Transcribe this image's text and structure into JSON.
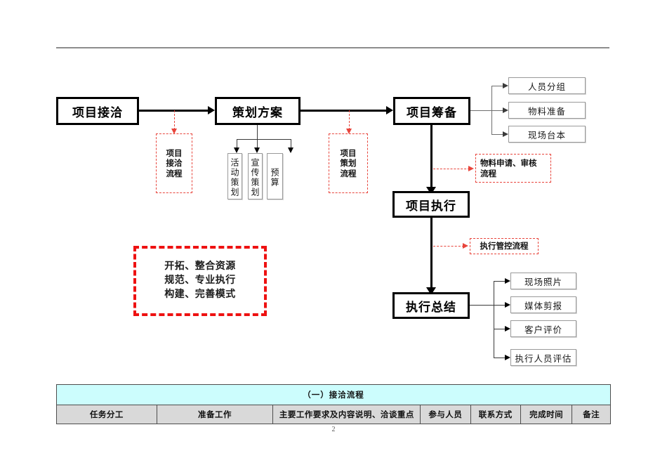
{
  "document": {
    "page_number": "2"
  },
  "flow": {
    "main_boxes": [
      {
        "id": "project-intake",
        "label": "项目接洽"
      },
      {
        "id": "planning-proposal",
        "label": "策划方案"
      },
      {
        "id": "project-prep",
        "label": "项目筹备"
      },
      {
        "id": "project-exec",
        "label": "项目执行"
      },
      {
        "id": "exec-summary",
        "label": "执行总结"
      }
    ],
    "planning_children": [
      {
        "id": "activity-planning",
        "label": "活动策划"
      },
      {
        "id": "promo-planning",
        "label": "宣传策划"
      },
      {
        "id": "budget",
        "label": "预算"
      }
    ],
    "prep_children": [
      {
        "id": "staff-grouping",
        "label": "人员分组"
      },
      {
        "id": "material-prep",
        "label": "物料准备"
      },
      {
        "id": "onsite-script",
        "label": "现场台本"
      }
    ],
    "summary_children": [
      {
        "id": "site-photos",
        "label": "现场照片"
      },
      {
        "id": "media-clippings",
        "label": "媒体剪报"
      },
      {
        "id": "client-review",
        "label": "客户评价"
      },
      {
        "id": "staff-evaluation",
        "label": "执行人员评估"
      }
    ],
    "notes": [
      {
        "id": "intake-process",
        "lines": [
          "项目",
          "接洽",
          "流程"
        ]
      },
      {
        "id": "planning-process",
        "lines": [
          "项目",
          "策划",
          "流程"
        ]
      },
      {
        "id": "material-process",
        "lines": [
          "物料申请、审核",
          "流程"
        ]
      },
      {
        "id": "exec-control",
        "lines": [
          "执行管控流程"
        ]
      }
    ],
    "motto": {
      "lines": [
        "开拓、整合资源",
        "规范、专业执行",
        "构建、完善模式"
      ],
      "border_color": "#ee1111"
    }
  },
  "table": {
    "title": "（一）接洽流程",
    "title_bg": "#ccfdfd",
    "header_bg": "#d9d9d9",
    "headers": [
      "任务分工",
      "准备工作",
      "主要工作要求及内容说明、洽谈重点",
      "参与人员",
      "联系方式",
      "完成时间",
      "备注"
    ]
  }
}
